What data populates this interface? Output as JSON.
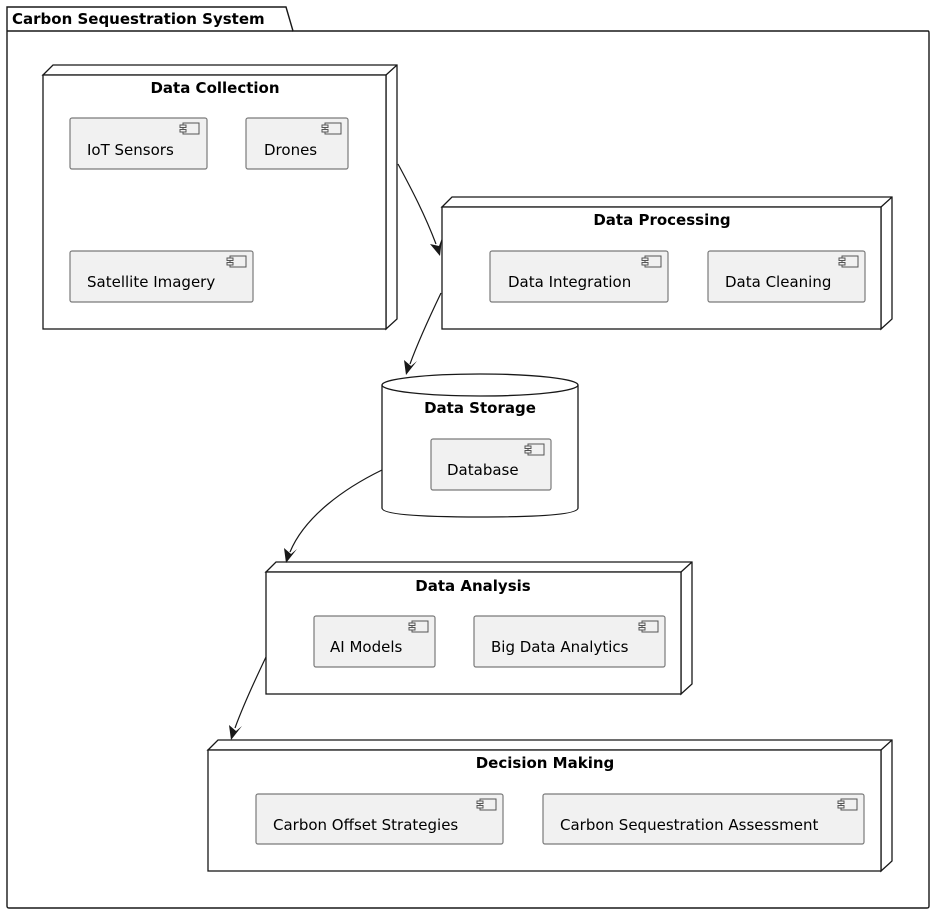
{
  "package": {
    "title": "Carbon Sequestration System"
  },
  "nodes": {
    "collection": {
      "title": "Data Collection",
      "components": [
        "IoT Sensors",
        "Drones",
        "Satellite Imagery"
      ]
    },
    "processing": {
      "title": "Data Processing",
      "components": [
        "Data Integration",
        "Data Cleaning"
      ]
    },
    "storage": {
      "title": "Data Storage",
      "components": [
        "Database"
      ]
    },
    "analysis": {
      "title": "Data Analysis",
      "components": [
        "AI Models",
        "Big Data Analytics"
      ]
    },
    "decision": {
      "title": "Decision Making",
      "components": [
        "Carbon Offset Strategies",
        "Carbon Sequestration Assessment"
      ]
    }
  },
  "edges": [
    {
      "from": "Data Collection",
      "to": "Data Processing"
    },
    {
      "from": "Data Processing",
      "to": "Data Storage"
    },
    {
      "from": "Data Storage",
      "to": "Data Analysis"
    },
    {
      "from": "Data Analysis",
      "to": "Decision Making"
    }
  ]
}
